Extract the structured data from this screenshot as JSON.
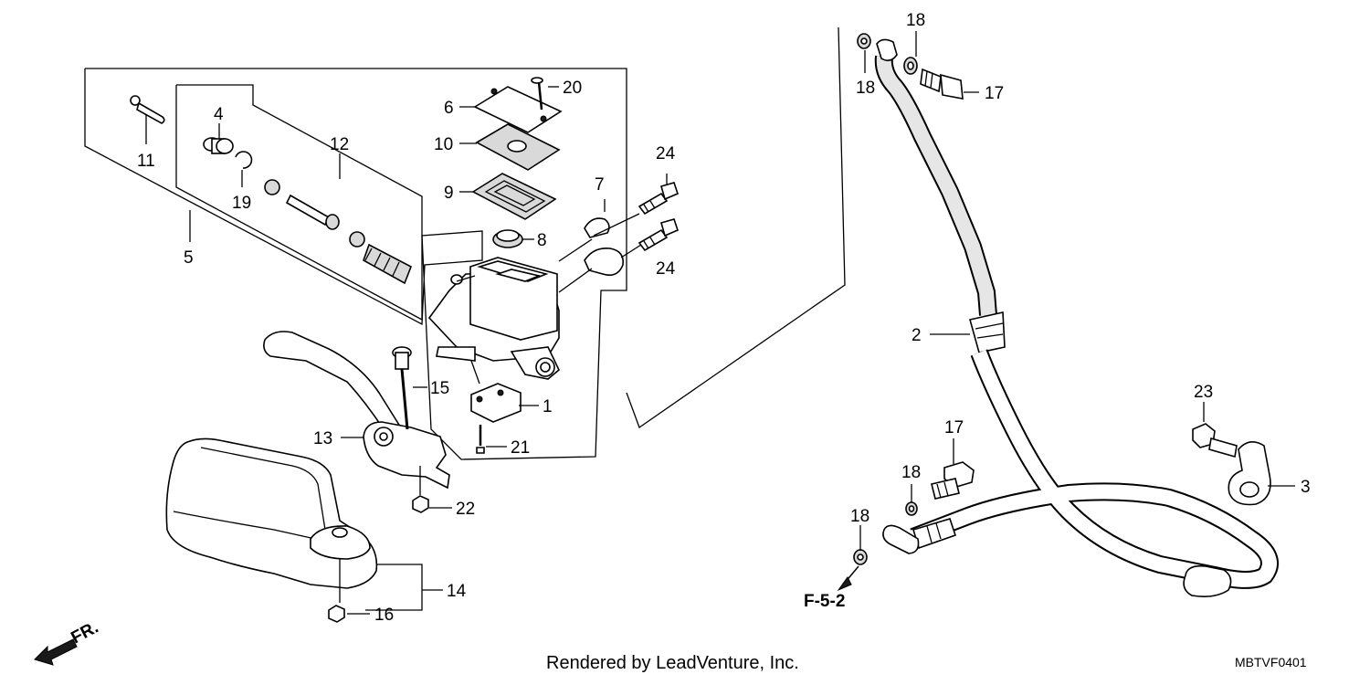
{
  "callouts": [
    "1",
    "2",
    "3",
    "4",
    "5",
    "6",
    "7",
    "8",
    "9",
    "10",
    "11",
    "12",
    "13",
    "14",
    "15",
    "16",
    "17",
    "18",
    "19",
    "20",
    "21",
    "22",
    "23",
    "24"
  ],
  "labels": {
    "p1": "1",
    "p2": "2",
    "p3": "3",
    "p4": "4",
    "p5": "5",
    "p6": "6",
    "p7": "7",
    "p8": "8",
    "p9": "9",
    "p10": "10",
    "p11": "11",
    "p12": "12",
    "p13": "13",
    "p14": "14",
    "p15": "15",
    "p16": "16",
    "p17a": "17",
    "p17b": "17",
    "p18a": "18",
    "p18b": "18",
    "p18c": "18",
    "p18d": "18",
    "p19": "19",
    "p20": "20",
    "p21": "21",
    "p22": "22",
    "p23": "23",
    "p24a": "24",
    "p24b": "24"
  },
  "reference": "F-5-2",
  "direction": "FR.",
  "credit": "Rendered by LeadVenture, Inc.",
  "diagram_code": "MBTVF0401"
}
